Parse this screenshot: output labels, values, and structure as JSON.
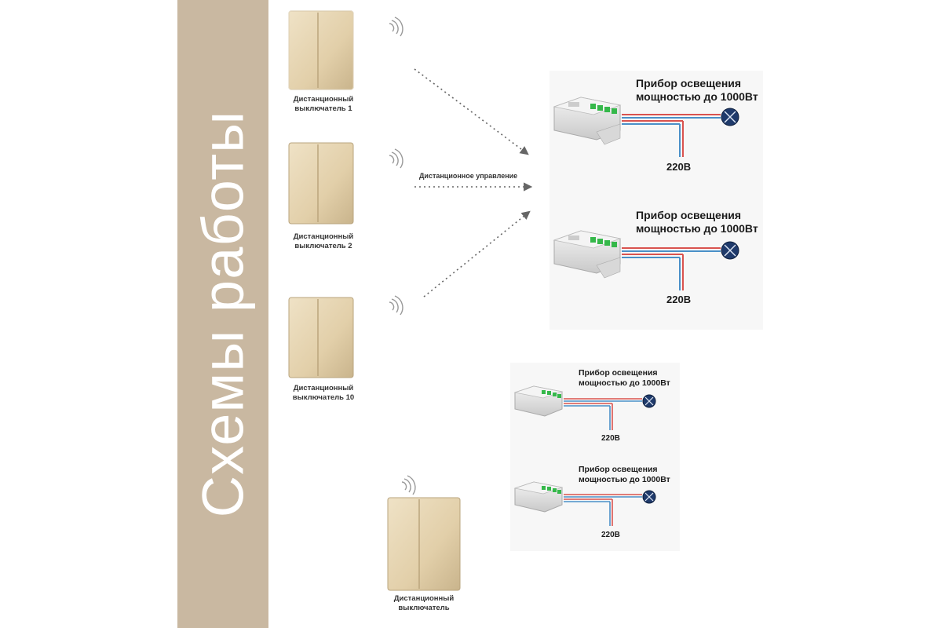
{
  "sidebar": {
    "title": "Схемы работы",
    "color": "#c9b8a1"
  },
  "switches": [
    {
      "label_line1": "Дистанционный",
      "label_line2": "выключатель 1"
    },
    {
      "label_line1": "Дистанционный",
      "label_line2": "выключатель 2"
    },
    {
      "label_line1": "Дистанционный",
      "label_line2": "выключатель 10"
    }
  ],
  "remote_control_label": "Дистанционное управление",
  "devices_top": [
    {
      "line1": "Прибор освещения",
      "line2": "мощностью до 1000Вт",
      "voltage": "220В"
    },
    {
      "line1": "Прибор освещения",
      "line2": "мощностью до 1000Вт",
      "voltage": "220В"
    }
  ],
  "devices_bottom": [
    {
      "line1": "Прибор освещения",
      "line2": "мощностью до 1000Вт",
      "voltage": "220В"
    },
    {
      "line1": "Прибор освещения",
      "line2": "мощностью до 1000Вт",
      "voltage": "220В"
    }
  ],
  "bottom_switch": {
    "label_line1": "Дистанционный",
    "label_line2": "выключатель"
  },
  "colors": {
    "switch_gold": "#e6d6b6",
    "wire_red": "#d9534f",
    "wire_blue": "#4a90c8",
    "lamp_navy": "#1f3a6b",
    "relay_green": "#35b84a"
  }
}
